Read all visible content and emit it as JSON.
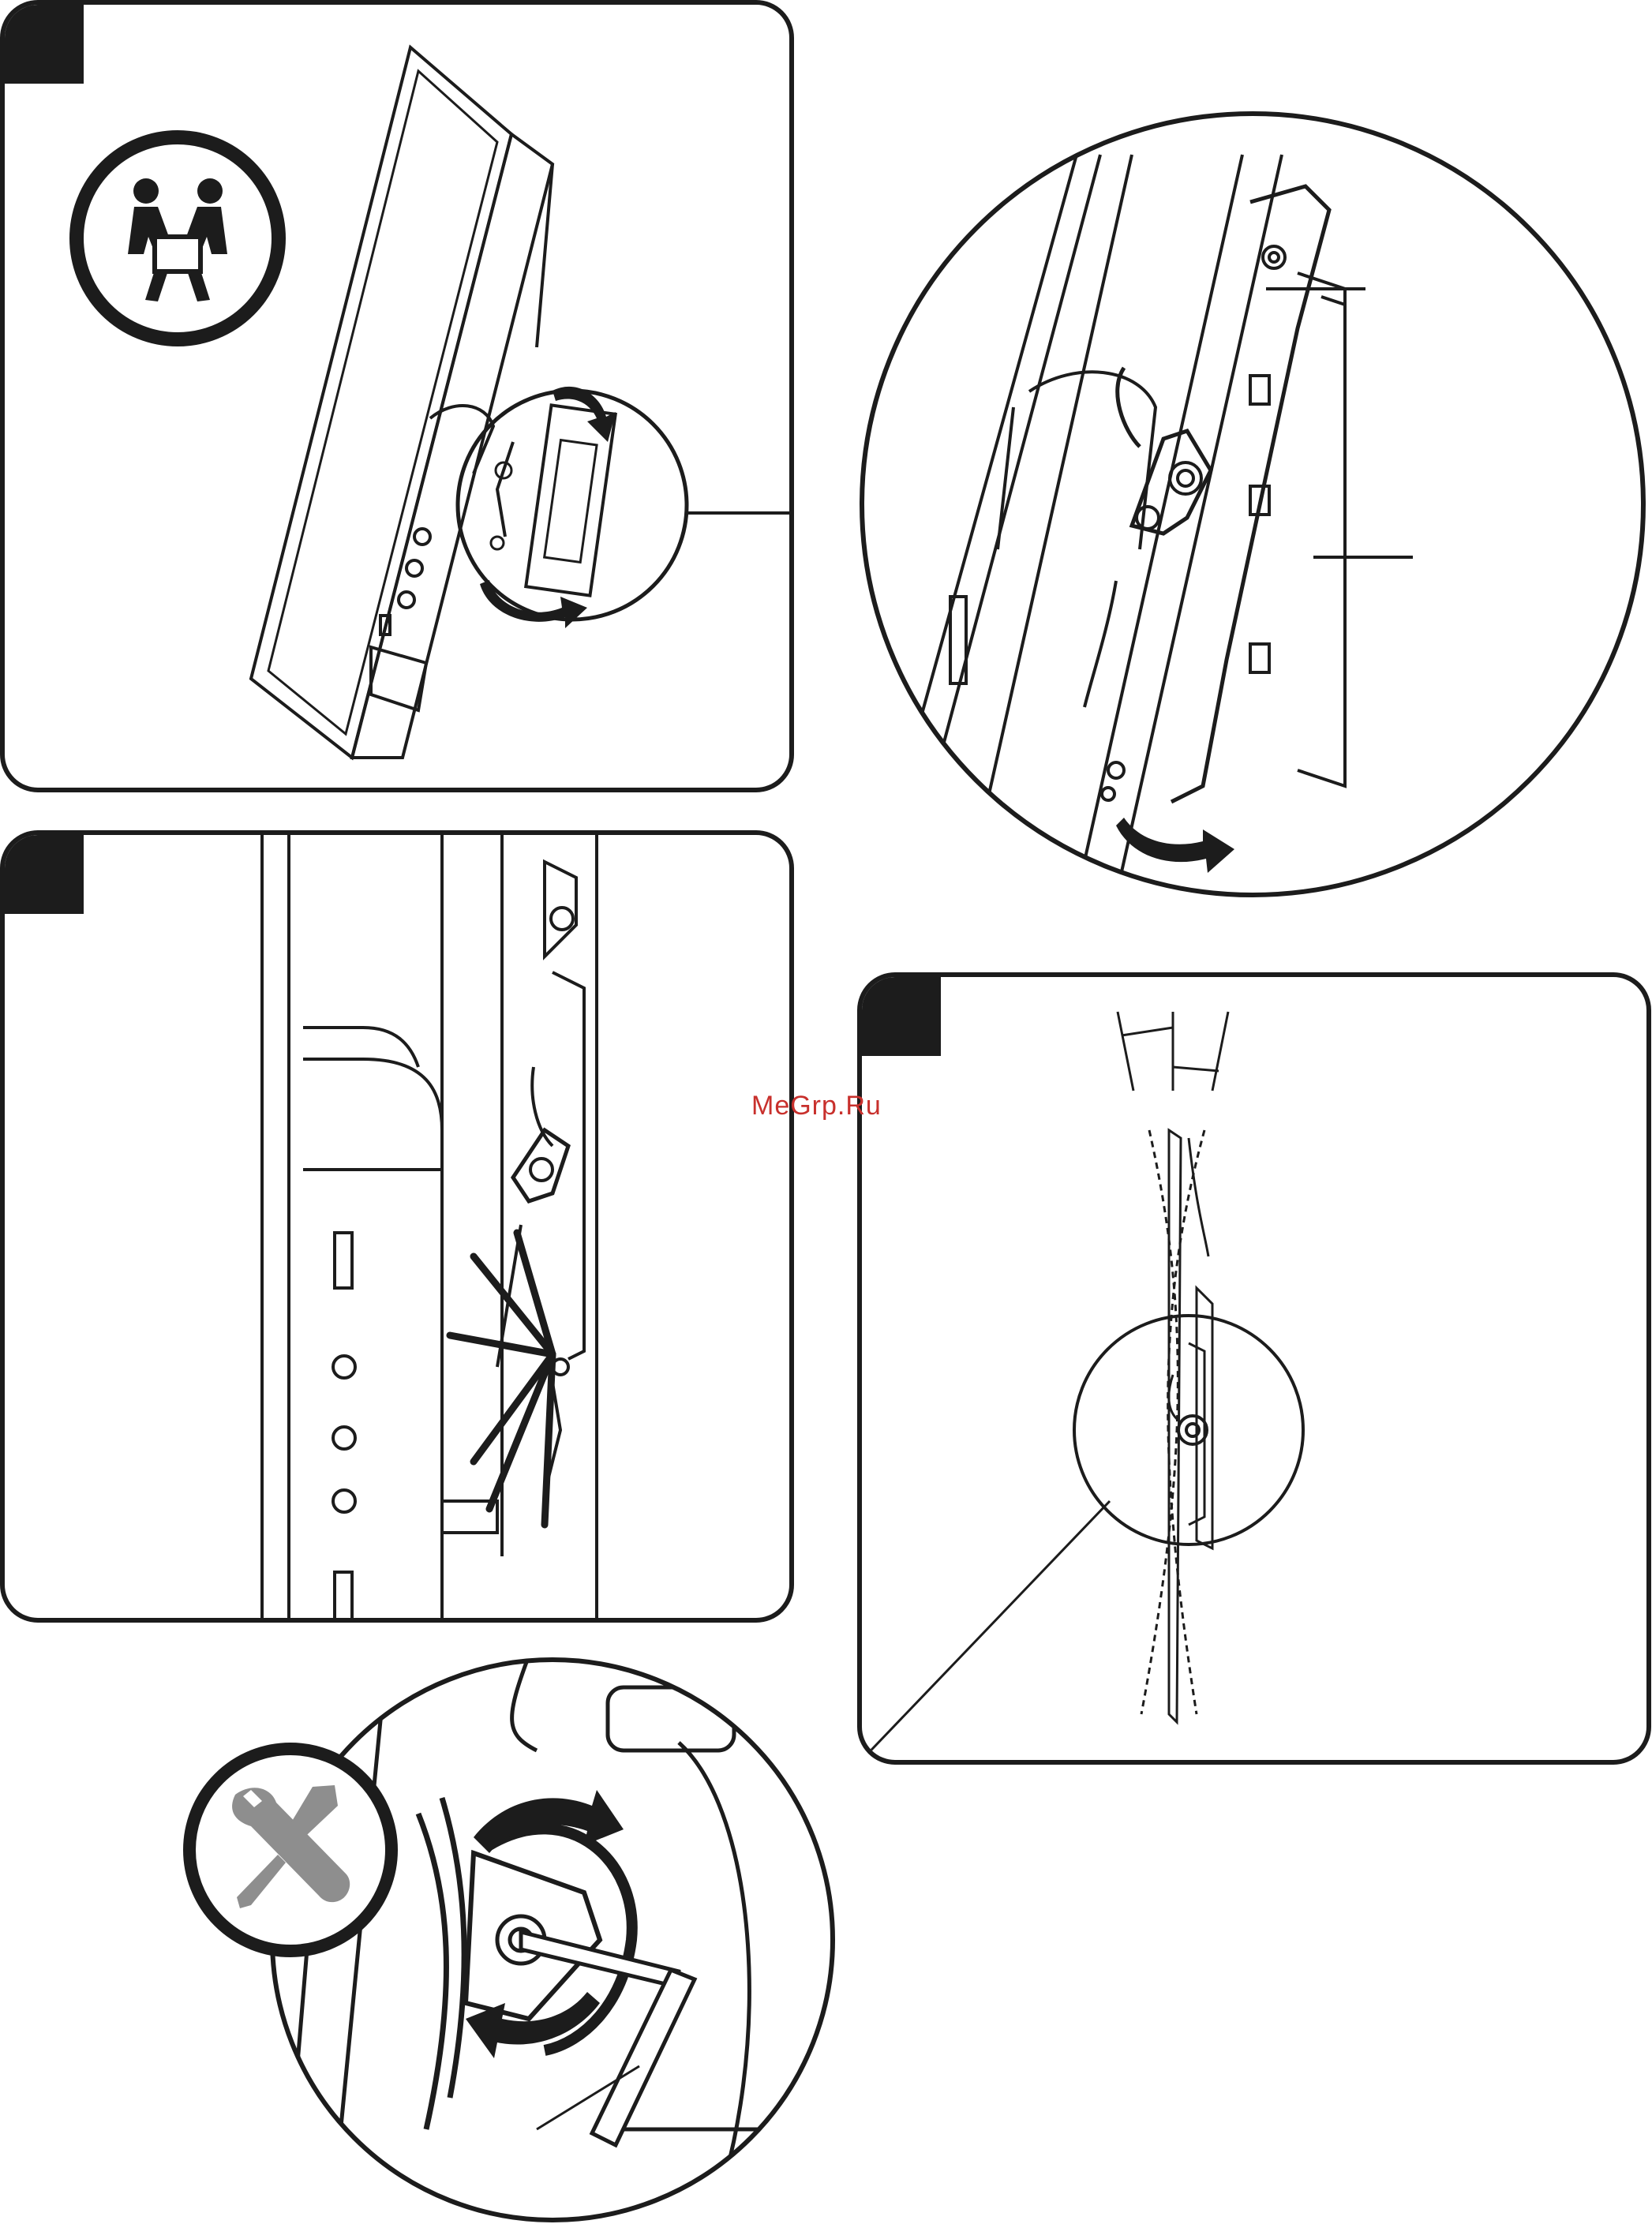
{
  "watermark": {
    "text": "MeGrp.Ru",
    "color": "#c8302c"
  },
  "colors": {
    "ink": "#1c1c1c",
    "tool_grey": "#8e8e8e",
    "background": "#ffffff"
  },
  "panels": [
    {
      "id": "step-1",
      "icons": [
        "two-person-lift-icon",
        "rotation-arrows-icon"
      ]
    },
    {
      "id": "step-2",
      "icons": [
        "click-lines-icon"
      ]
    },
    {
      "id": "step-3",
      "icons": [
        "tilt-angle-icon"
      ]
    }
  ],
  "bottom_detail": {
    "icons": [
      "tools-icon",
      "hex-key-icon",
      "rotation-arrows-icon"
    ]
  }
}
